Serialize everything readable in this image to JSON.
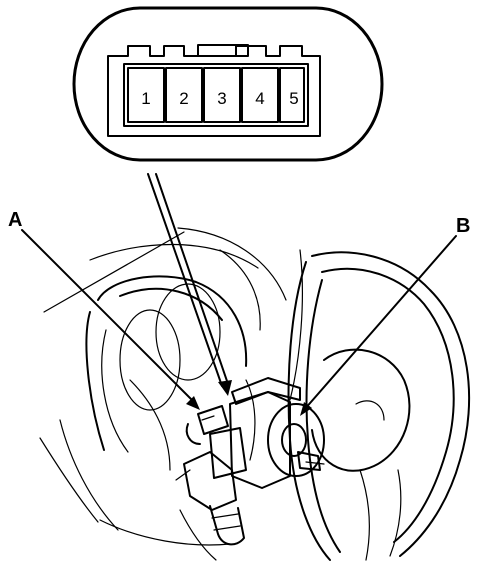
{
  "connector": {
    "pins": [
      "1",
      "2",
      "3",
      "4",
      "5"
    ]
  },
  "callouts": {
    "a": "A",
    "b": "B"
  }
}
